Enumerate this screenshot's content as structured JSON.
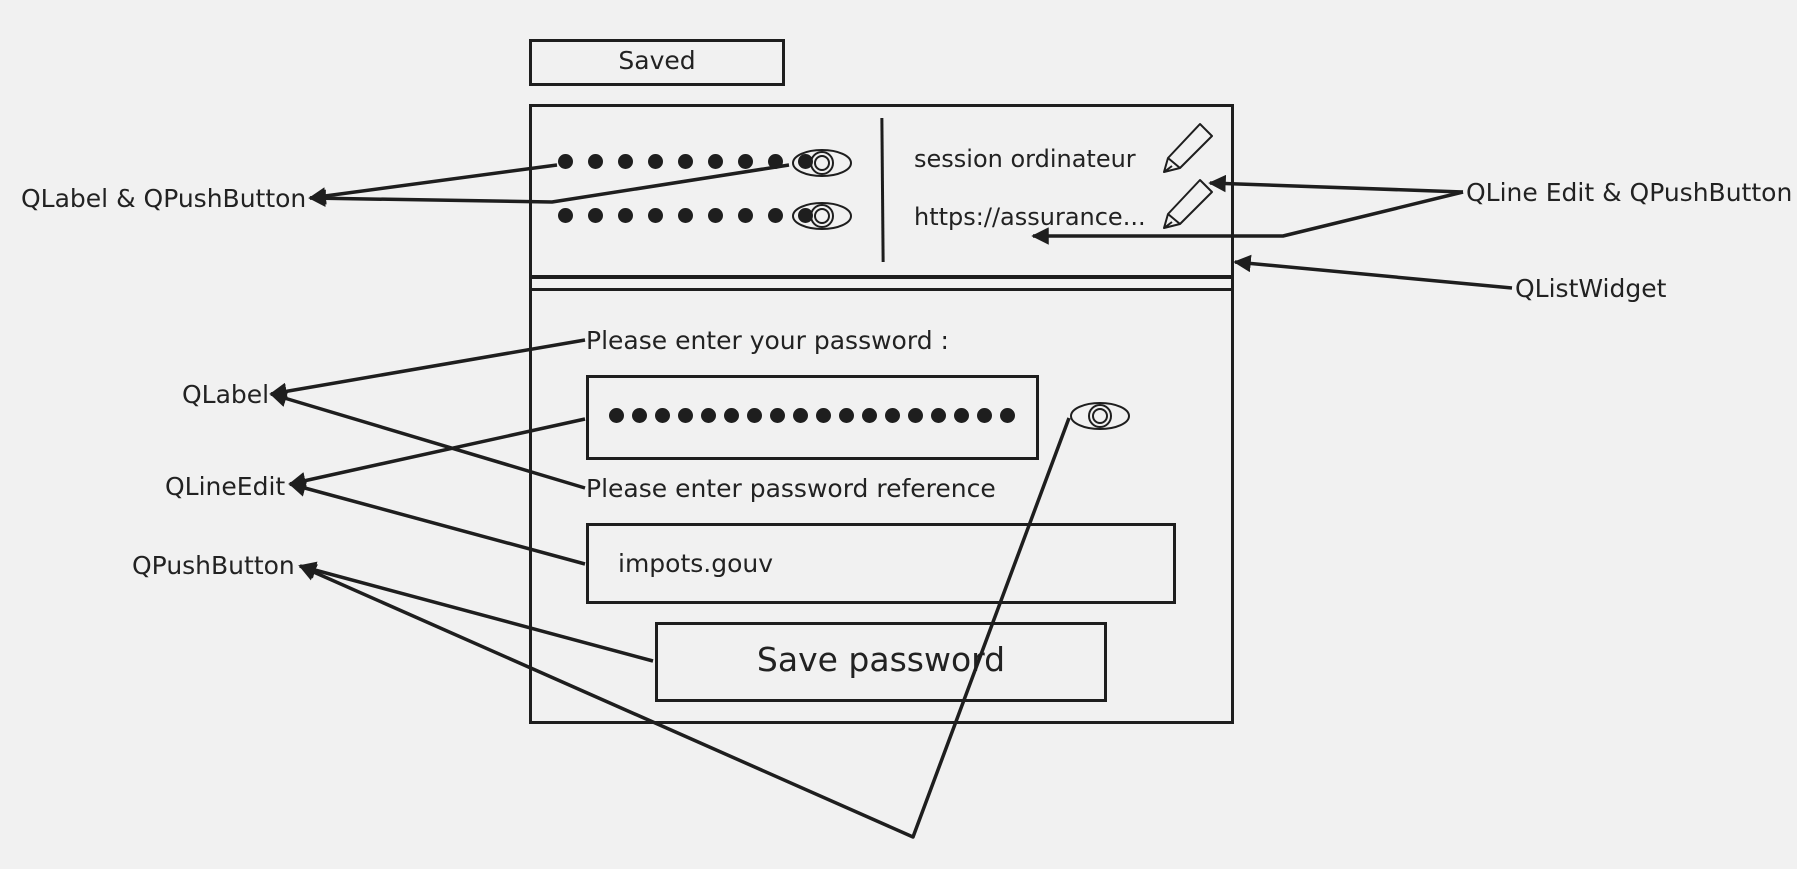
{
  "status": {
    "saved_label": "Saved"
  },
  "list": {
    "items": [
      {
        "password_mask": "●●●●●●●●●",
        "reference": "session ordinateur",
        "show_icon": "eye-icon",
        "edit_icon": "pencil-icon"
      },
      {
        "password_mask": "●●●●●●●●●",
        "reference": "https://assurance...",
        "show_icon": "eye-icon",
        "edit_icon": "pencil-icon"
      }
    ]
  },
  "form": {
    "password_label": "Please enter your password :",
    "password_mask": "●●●●●●●●●●●●●●●●●●",
    "show_icon": "eye-icon",
    "reference_label": "Please enter password reference",
    "reference_value": "impots.gouv",
    "save_label": "Save password"
  },
  "annotations": {
    "qlabel_qpushbutton": "QLabel & QPushButton",
    "qlineedit_qpushbutton": "QLine Edit & QPushButton",
    "qlistwidget": "QListWidget",
    "qlabel": "QLabel",
    "qlineedit": "QLineEdit",
    "qpushbutton": "QPushButton"
  },
  "colors": {
    "background": "#f1f1f1",
    "ink": "#1e1e1e"
  }
}
